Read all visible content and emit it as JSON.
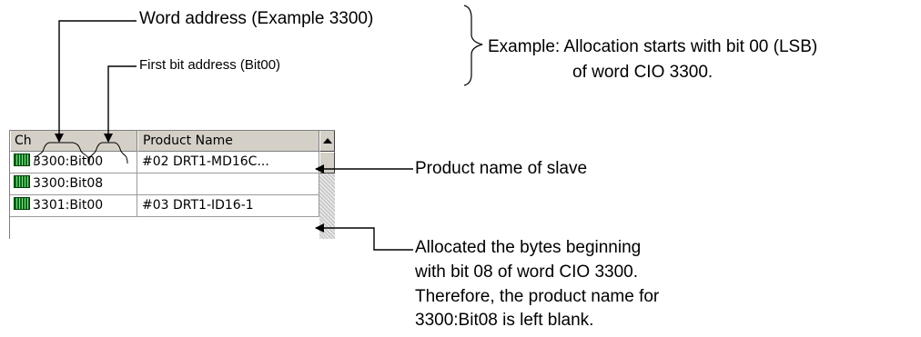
{
  "annotations": {
    "word_address": "Word address (Example 3300)",
    "first_bit_address": "First bit address (Bit00)",
    "example_line1": "Example:  Allocation starts with bit 00 (LSB)",
    "example_line2": "of word CIO 3300.",
    "product_name_of_slave": "Product name of slave",
    "allocated_line1": "Allocated the bytes beginning",
    "allocated_line2": "with bit 08 of word CIO 3300.",
    "allocated_line3": "Therefore, the product name for",
    "allocated_line4": "3300:Bit08 is left blank."
  },
  "grid": {
    "columns": [
      "Ch",
      "Product Name"
    ],
    "rows": [
      {
        "ch": "3300:Bit00",
        "product": "#02 DRT1-MD16C..."
      },
      {
        "ch": "3300:Bit08",
        "product": ""
      },
      {
        "ch": "3301:Bit00",
        "product": "#03 DRT1-ID16-1"
      }
    ],
    "row_icon": "io-module-icon"
  }
}
